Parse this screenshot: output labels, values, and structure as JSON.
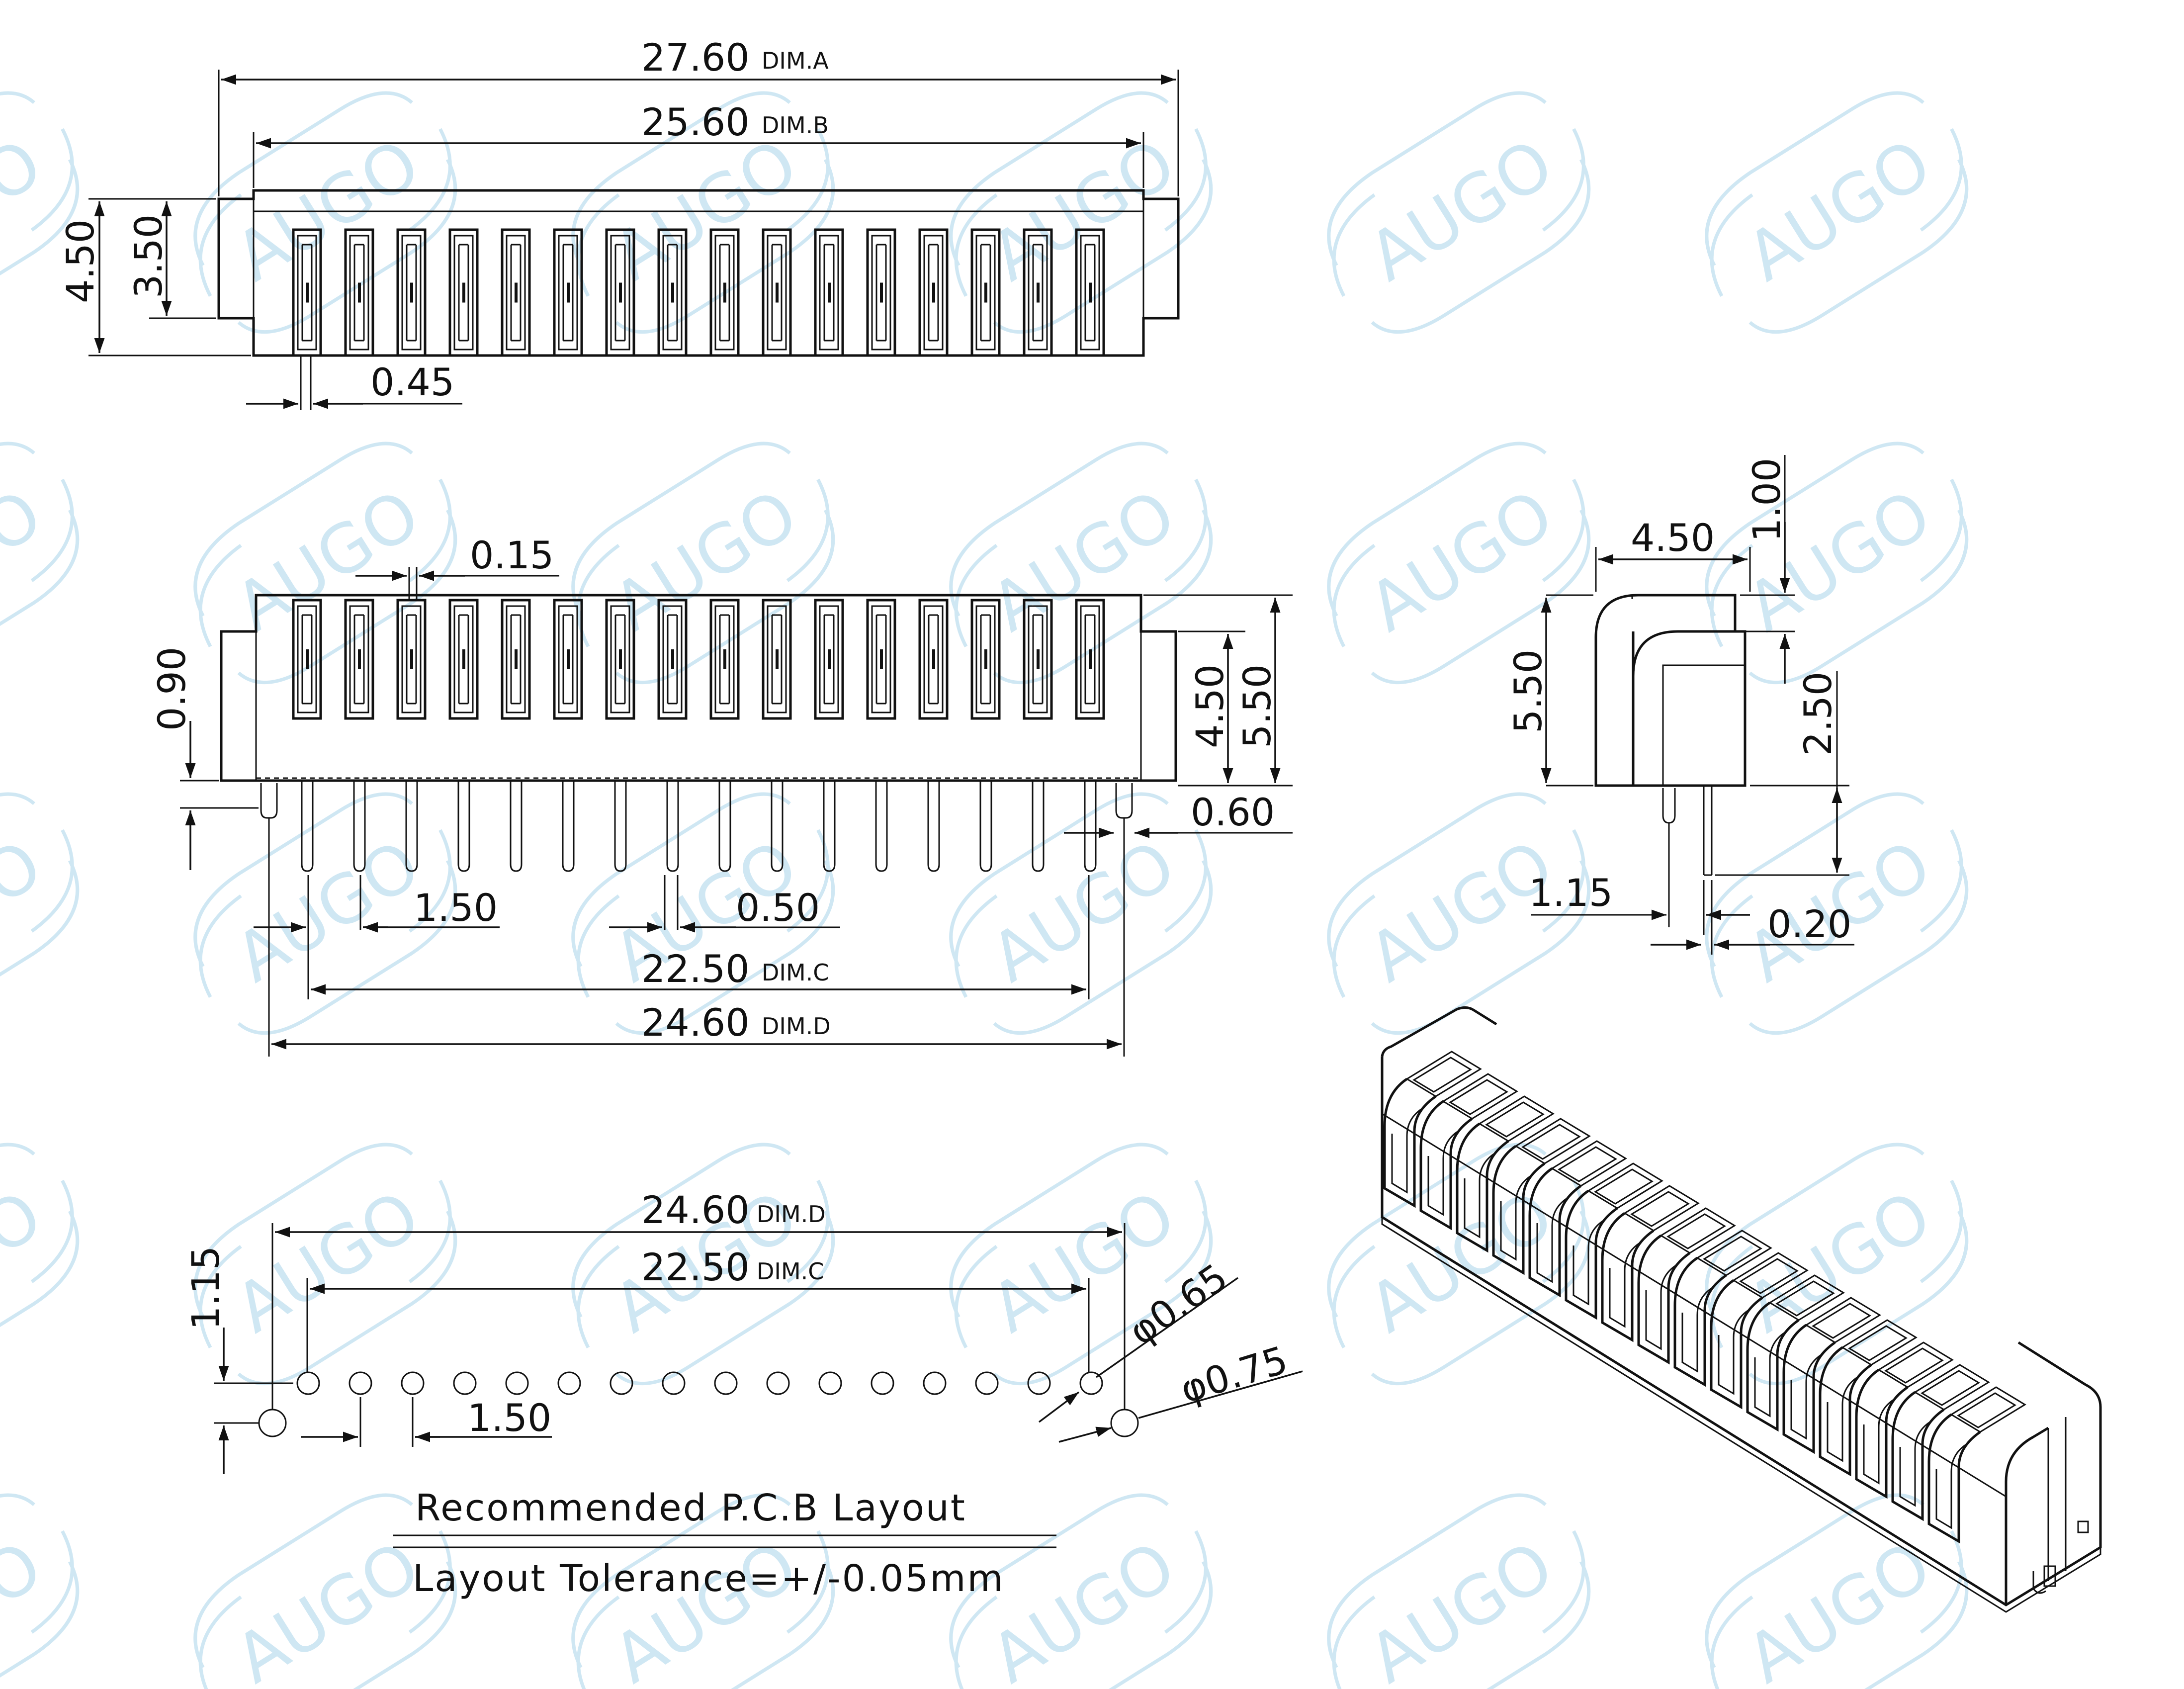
{
  "watermark": {
    "brand": "AUGO"
  },
  "top_view": {
    "dim_a_value": "27.60",
    "dim_a_tag": "DIM.A",
    "dim_b_value": "25.60",
    "dim_b_tag": "DIM.B",
    "height_outer": "4.50",
    "height_inner": "3.50",
    "pin_width": "0.45"
  },
  "front_view": {
    "slot_gap": "0.15",
    "standoff": "0.90",
    "body_height_inner": "4.50",
    "body_height_outer": "5.50",
    "peg_width": "0.60",
    "pitch": "1.50",
    "pin_width": "0.50",
    "dim_c_value": "22.50",
    "dim_c_tag": "DIM.C",
    "dim_d_value": "24.60",
    "dim_d_tag": "DIM.D"
  },
  "side_view": {
    "depth": "4.50",
    "top_offset": "1.00",
    "height": "5.50",
    "pin_length": "2.50",
    "pin_offset": "1.15",
    "pin_thickness": "0.20"
  },
  "pcb_layout": {
    "dim_d_value": "24.60",
    "dim_d_tag": "DIM.D",
    "dim_c_value": "22.50",
    "dim_c_tag": "DIM.C",
    "row_offset": "1.15",
    "pitch": "1.50",
    "hole_diameter": "φ0.65",
    "peg_hole_diameter": "φ0.75",
    "title": "Recommended P.C.B Layout",
    "tolerance": "Layout Tolerance=+/-0.05mm"
  }
}
